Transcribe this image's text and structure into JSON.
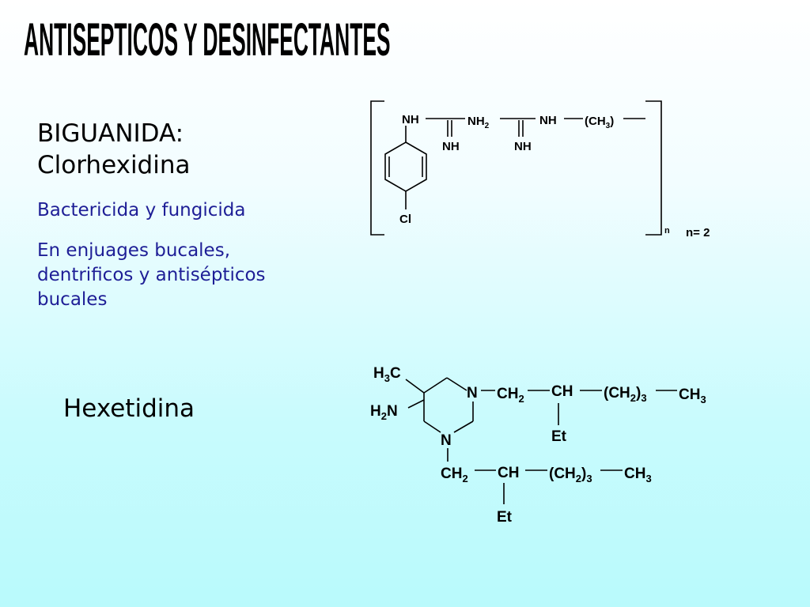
{
  "title": "ANTISEPTICOS Y DESINFECTANTES",
  "biguanida": {
    "heading": "BIGUANIDA:",
    "name": "Clorhexidina",
    "line1": "Bactericida y fungicida",
    "line2": "En enjuages bucales, dentrificos y antisépticos bucales"
  },
  "clorhexidina_structure": {
    "nh_top_left": "NH",
    "nh2_main": "NH",
    "nh2_sub": "2",
    "nh_top_right": "NH",
    "ch3_open": "(CH",
    "ch3_sub": "3",
    "ch3_close": ")",
    "imine_left": "NH",
    "imine_right": "NH",
    "chloro": "Cl",
    "n_subscript": "n",
    "n_value": "n= 2"
  },
  "hexetidina": {
    "name": "Hexetidina",
    "h3c_h": "H",
    "h3c_sub": "3",
    "h3c_c": "C",
    "h2n_h": "H",
    "h2n_sub": "2",
    "h2n_n": "N",
    "n_top": "N",
    "n_bottom": "N",
    "ch2_a": "CH",
    "ch2_a_sub": "2",
    "ch_a": "CH",
    "ch2n_a_open": "(CH",
    "ch2n_a_sub": "2",
    "ch2n_a_close": ")",
    "ch2n_a_mult": "3",
    "ch3_a": "CH",
    "ch3_a_sub": "3",
    "et_a": "Et",
    "ch2_b": "CH",
    "ch2_b_sub": "2",
    "ch_b": "CH",
    "ch2n_b_open": "(CH",
    "ch2n_b_sub": "2",
    "ch2n_b_close": ")",
    "ch2n_b_mult": "3",
    "ch3_b": "CH",
    "ch3_b_sub": "3",
    "et_b": "Et"
  }
}
